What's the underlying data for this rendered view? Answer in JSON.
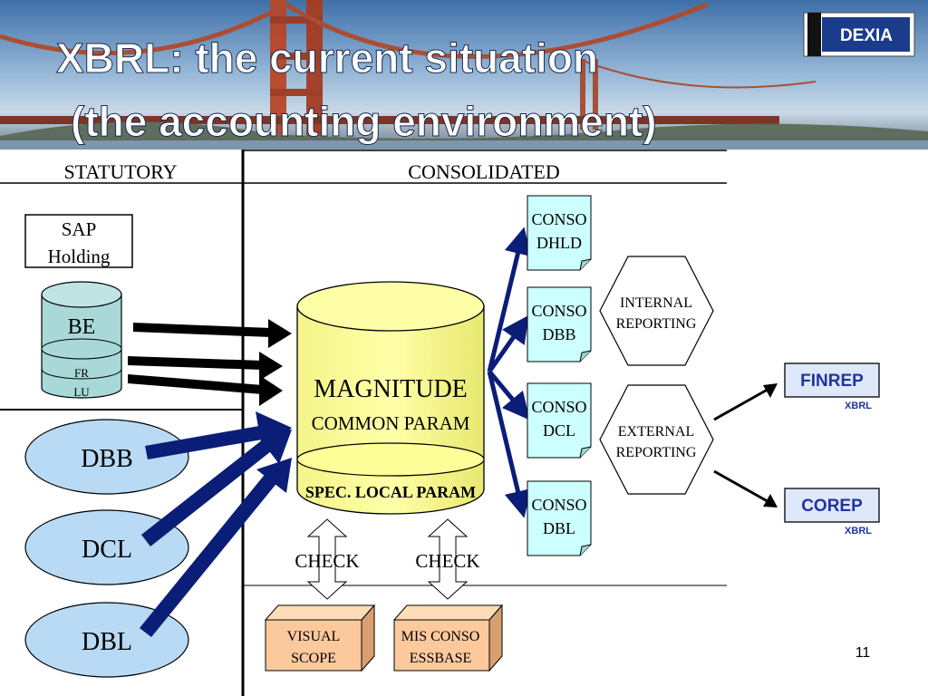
{
  "slide": {
    "title_line1": "XBRL: the current situation",
    "title_line2": "(the accounting environment)",
    "logo_text": "DEXIA",
    "page_number": "11"
  },
  "columns": {
    "statutory_header": "STATUTORY",
    "consolidated_header": "CONSOLIDATED"
  },
  "statutory": {
    "sap_holding_line1": "SAP",
    "sap_holding_line2": "Holding",
    "db_be": "BE",
    "db_fr": "FR",
    "db_lu": "LU",
    "dbb": "DBB",
    "dcl": "DCL",
    "dbl": "DBL"
  },
  "magnitude": {
    "title": "MAGNITUDE",
    "common_param": "COMMON PARAM",
    "spec_local_param": "SPEC. LOCAL PARAM"
  },
  "conso_docs": [
    {
      "line1": "CONSO",
      "line2": "DHLD"
    },
    {
      "line1": "CONSO",
      "line2": "DBB"
    },
    {
      "line1": "CONSO",
      "line2": "DCL"
    },
    {
      "line1": "CONSO",
      "line2": "DBL"
    }
  ],
  "reporting": {
    "internal_line1": "INTERNAL",
    "internal_line2": "REPORTING",
    "external_line1": "EXTERNAL",
    "external_line2": "REPORTING"
  },
  "checks": {
    "check1": "CHECK",
    "check2": "CHECK"
  },
  "bottom_boxes": {
    "visual_scope_line1": "VISUAL",
    "visual_scope_line2": "SCOPE",
    "mis_conso_line1": "MIS CONSO",
    "mis_conso_line2": "ESSBASE"
  },
  "outputs": {
    "finrep": "FINREP",
    "finrep_tag": "XBRL",
    "corep": "COREP",
    "corep_tag": "XBRL"
  },
  "colors": {
    "title_text": "#ffffff",
    "navy": "#0a1e78",
    "cylinder_fill": "#ffff99",
    "doc_fill": "#ccffff",
    "oval_fill": "#b8daf5",
    "be_fill": "#a8d8d8",
    "box_fill": "#fcc99c",
    "output_fill": "#dde8f8",
    "output_text": "#2233a0"
  }
}
